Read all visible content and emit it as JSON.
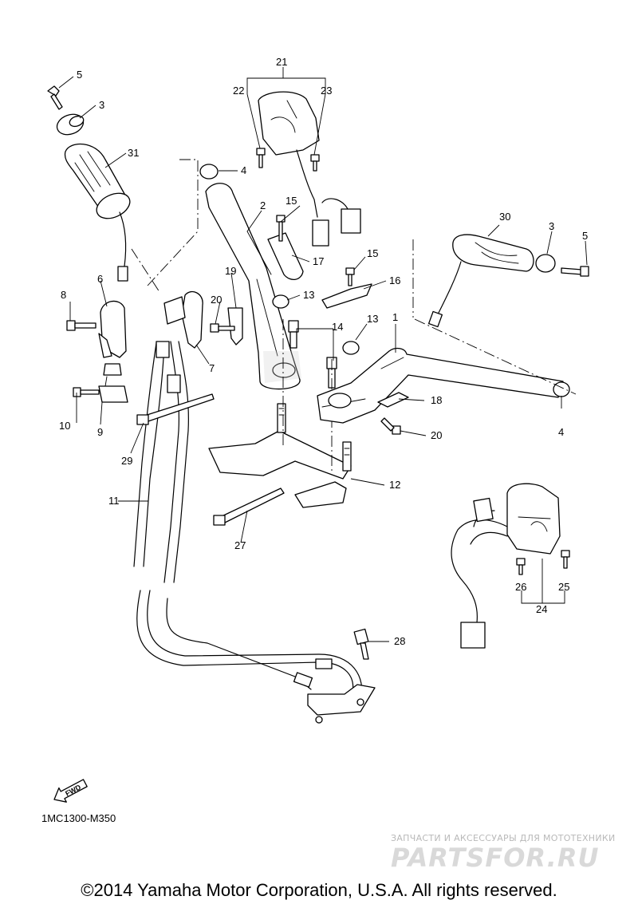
{
  "diagram": {
    "callouts": [
      "1",
      "2",
      "3",
      "3",
      "4",
      "4",
      "5",
      "5",
      "6",
      "7",
      "8",
      "9",
      "10",
      "11",
      "12",
      "13",
      "13",
      "14",
      "15",
      "15",
      "16",
      "17",
      "18",
      "19",
      "20",
      "20",
      "21",
      "22",
      "23",
      "24",
      "25",
      "26",
      "27",
      "28",
      "29",
      "30",
      "31"
    ],
    "fwd_label": "FWD",
    "drawing_code": "1MC1300-M350"
  },
  "watermark": {
    "tagline": "ЗАПЧАСТИ И АКСЕССУАРЫ ДЛЯ МОТОТЕХНИКИ",
    "logo_text": "PARTSFOR.RU",
    "color": "#c8c8c8"
  },
  "footer": {
    "copyright": "©2014 Yamaha Motor Corporation, U.S.A. All rights reserved."
  }
}
